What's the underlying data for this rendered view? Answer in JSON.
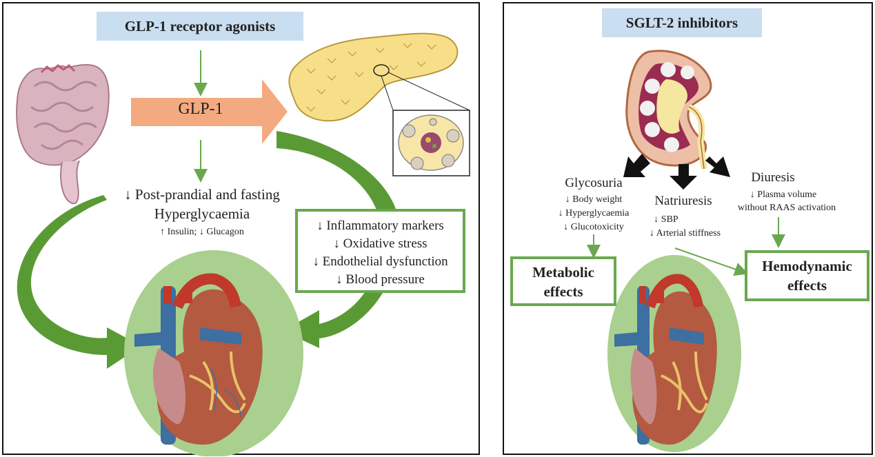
{
  "left_panel": {
    "title": "GLP-1 receptor agonists",
    "arrow_label": "GLP-1",
    "effect_line1": "↓ Post-prandial and fasting",
    "effect_line2": "Hyperglycaemia",
    "effect_sub": "↑ Insulin; ↓ Glucagon",
    "box_items": [
      "↓ Inflammatory markers",
      "↓ Oxidative stress",
      "↓ Endothelial dysfunction",
      "↓ Blood pressure"
    ]
  },
  "right_panel": {
    "title": "SGLT-2 inhibitors",
    "glycosuria": {
      "label": "Glycosuria",
      "items": [
        "↓ Body weight",
        "↓ Hyperglycaemia",
        "↓ Glucotoxicity"
      ]
    },
    "natriuresis": {
      "label": "Natriuresis",
      "items": [
        "↓ SBP",
        "↓ Arterial stiffness"
      ]
    },
    "diuresis": {
      "label": "Diuresis",
      "items": [
        "↓ Plasma volume",
        "without RAAS activation"
      ]
    },
    "metabolic_label_1": "Metabolic",
    "metabolic_label_2": "effects",
    "hemodynamic_label_1": "Hemodynamic",
    "hemodynamic_label_2": "effects"
  },
  "colors": {
    "green": "#6aa84f",
    "dark_green": "#5a9a35",
    "title_bg": "#c9def0",
    "glp_arrow": "#f4aa80",
    "heart_bg": "#a9d08e",
    "pancreas": "#f7df8a"
  },
  "icons": [
    "intestine-icon",
    "pancreas-icon",
    "islet-icon",
    "kidney-icon",
    "heart-icon"
  ]
}
